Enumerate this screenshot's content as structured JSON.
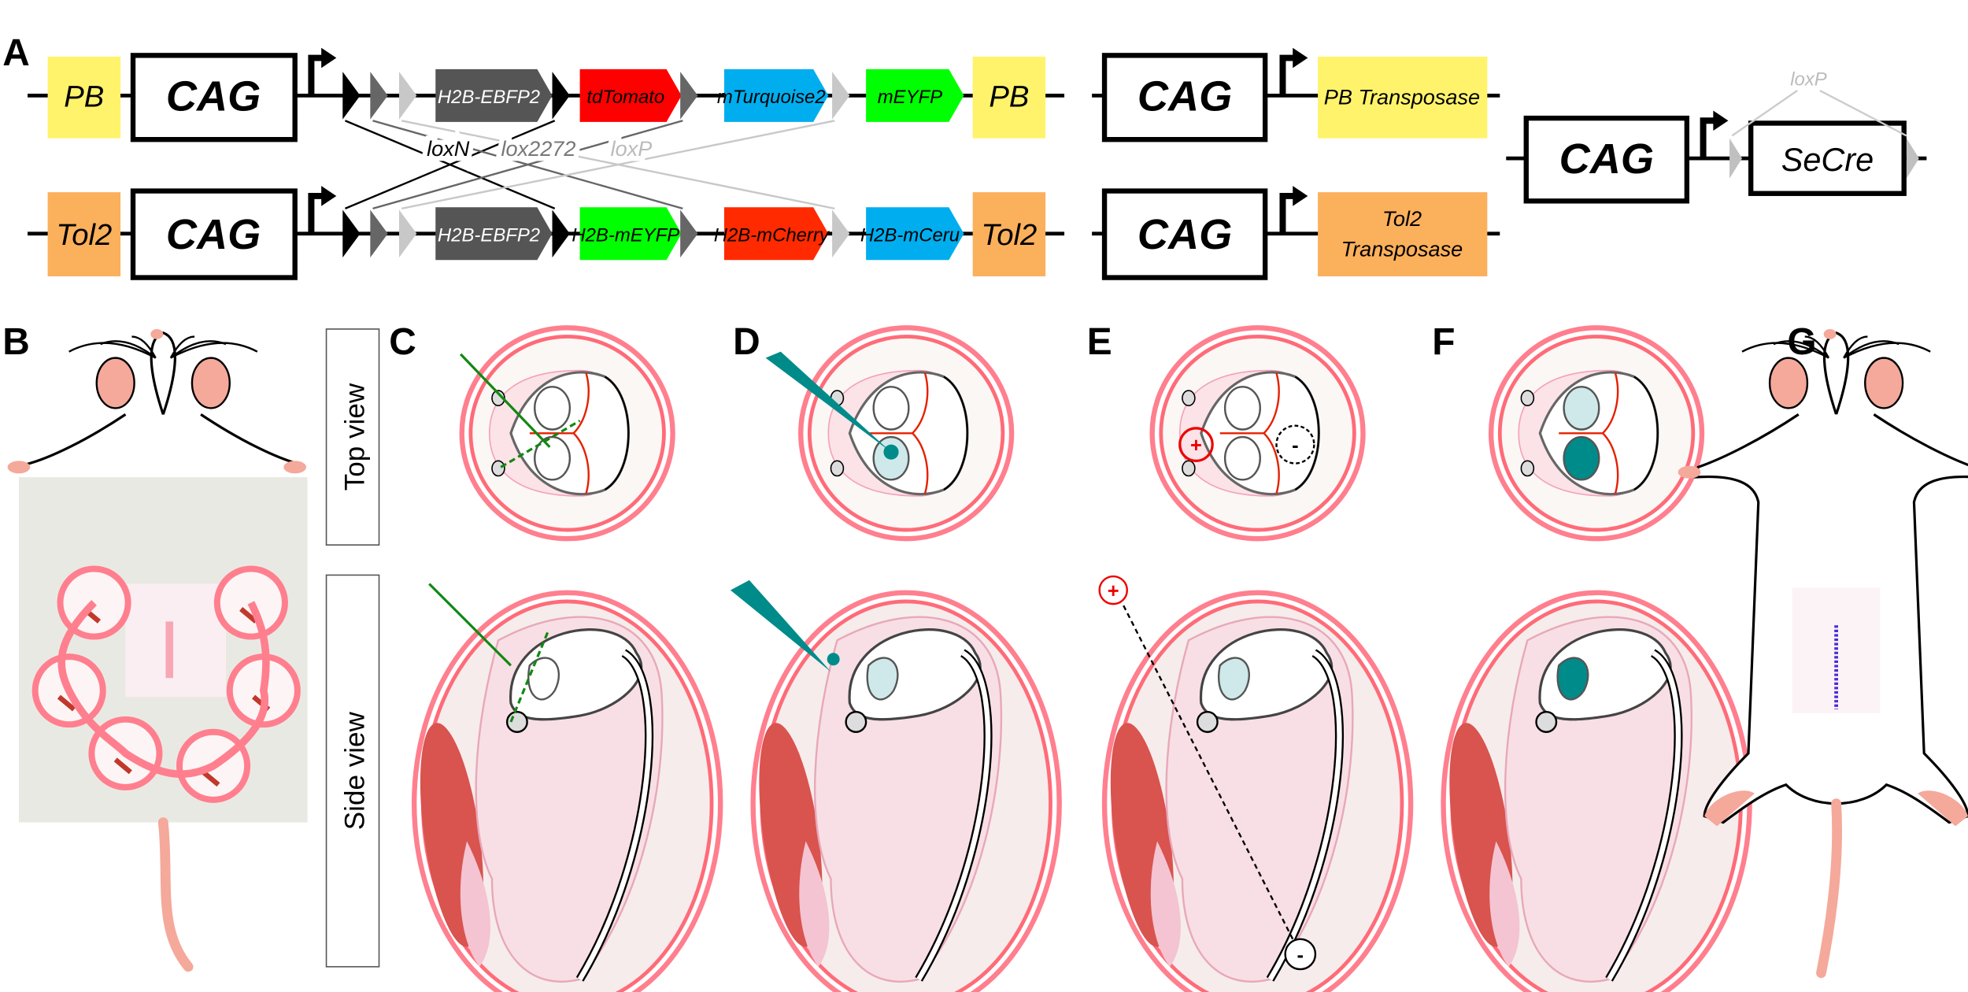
{
  "panel_labels": {
    "A": "A",
    "B": "B",
    "C": "C",
    "D": "D",
    "E": "E",
    "F": "F",
    "G": "G"
  },
  "construct_pb": {
    "left_element": "PB",
    "promoter": "CAG",
    "genes": [
      "H2B-EBFP2",
      "tdTomato",
      "mTurquoise2",
      "mEYFP"
    ],
    "right_element": "PB"
  },
  "construct_tol2": {
    "left_element": "Tol2",
    "promoter": "CAG",
    "genes": [
      "H2B-EBFP2",
      "H2B-mEYFP",
      "H2B-mCherry",
      "H2B-mCeru"
    ],
    "right_element": "Tol2"
  },
  "lox_sites": [
    "loxN",
    "lox2272",
    "loxP"
  ],
  "pb_transposase": {
    "promoter": "CAG",
    "gene": "PB Transposase"
  },
  "tol2_transposase": {
    "promoter": "CAG",
    "gene_line1": "Tol2",
    "gene_line2": "Transposase"
  },
  "secre": {
    "promoter": "CAG",
    "gene": "SeCre",
    "site": "loxP"
  },
  "row_labels": {
    "top": "Top view",
    "side": "Side view"
  },
  "electrodes": {
    "positive": "+",
    "negative": "-"
  },
  "colors": {
    "pb_element": "#fff36b",
    "tol2_element": "#fbb05c",
    "ebfp2": "#555555",
    "tdtomato": "#ff0000",
    "mturquoise2": "#00aeef",
    "meyfp": "#00ff00",
    "mcherry": "#ff2a00",
    "mceru": "#00aeef",
    "loxN": "#000000",
    "lox2272": "#666666",
    "loxP": "#c8c8c8",
    "uterus": "#ff7f8e",
    "injection": "#008b8b",
    "ventricle_fill": "#cfe9ea"
  }
}
